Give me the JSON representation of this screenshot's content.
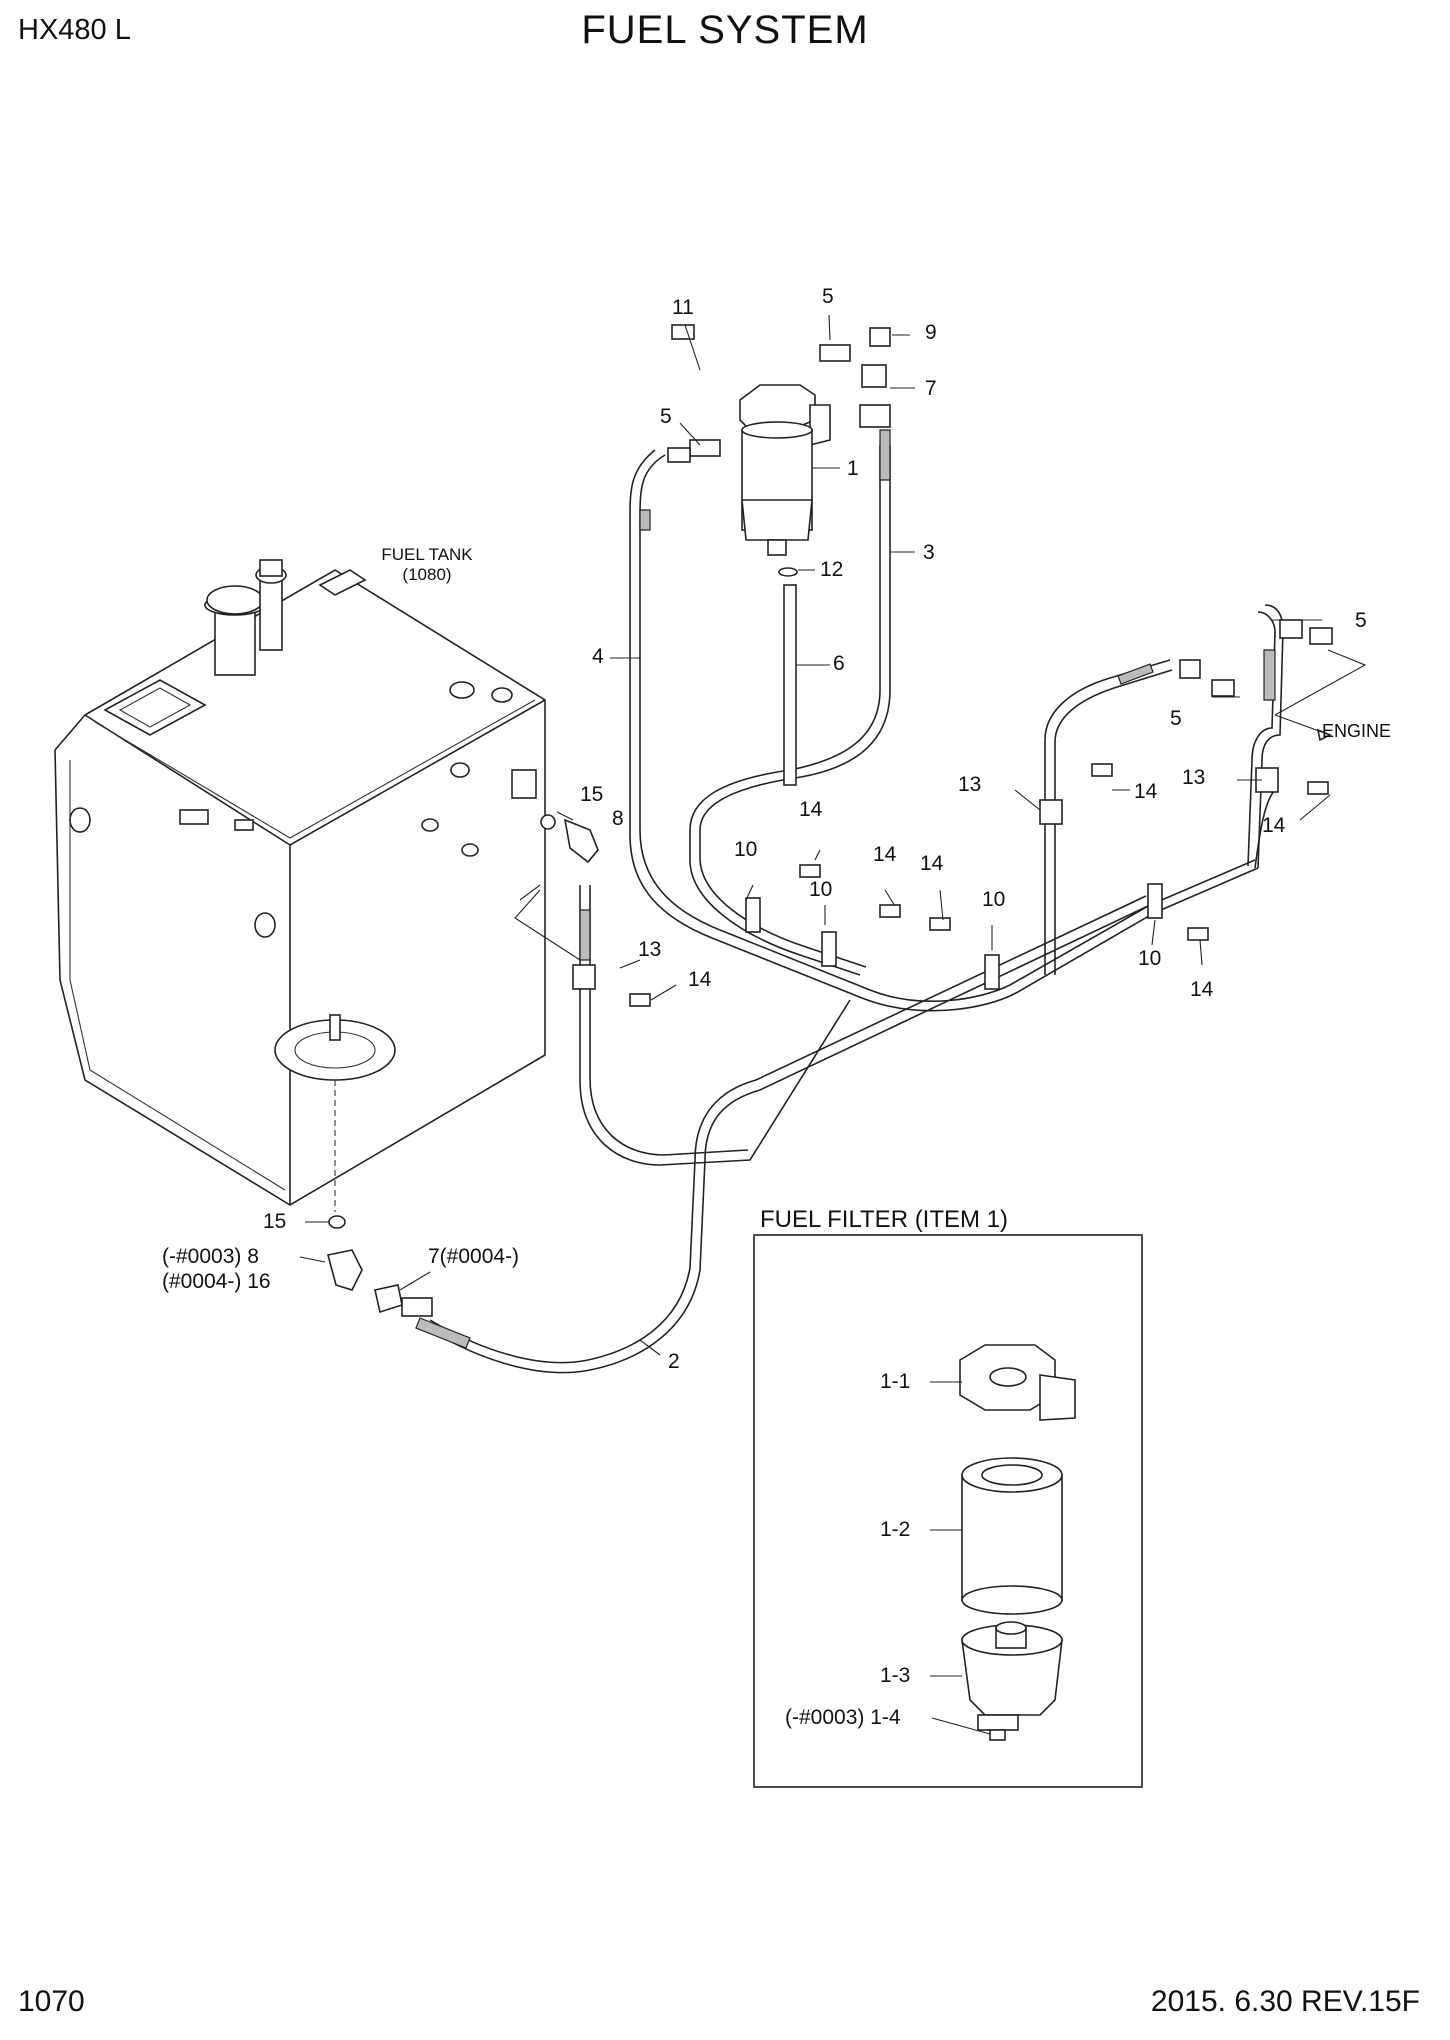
{
  "header": {
    "model": "HX480 L",
    "title": "FUEL SYSTEM"
  },
  "footer": {
    "page_number": "1070",
    "revision": "2015. 6.30  REV.15F"
  },
  "diagram": {
    "tank_label": "FUEL TANK",
    "tank_ref": "(1080)",
    "engine_label": "ENGINE",
    "inset_title": "FUEL FILTER (ITEM 1)",
    "callouts": {
      "c11": "11",
      "c5a": "5",
      "c9": "9",
      "c7a": "7",
      "c5b": "5",
      "c1": "1",
      "c3": "3",
      "c12": "12",
      "c6": "6",
      "c4": "4",
      "c5c": "5",
      "c5d": "5",
      "c13a": "13",
      "c14a": "14",
      "c13b": "13",
      "c14b": "14",
      "c15a": "15",
      "c8a": "8",
      "c14c": "14",
      "c10a": "10",
      "c14d": "14",
      "c14e": "14",
      "c10b": "10",
      "c10c": "10",
      "c10d": "10",
      "c14f": "14",
      "c13c": "13",
      "c14g": "14",
      "c15b": "15",
      "c8b": "(-#0003)  8",
      "c16": "(#0004-) 16",
      "c7b": "7(#0004-)",
      "c2": "2",
      "i11": "1-1",
      "i12": "1-2",
      "i13": "1-3",
      "i14": "(-#0003) 1-4"
    }
  }
}
